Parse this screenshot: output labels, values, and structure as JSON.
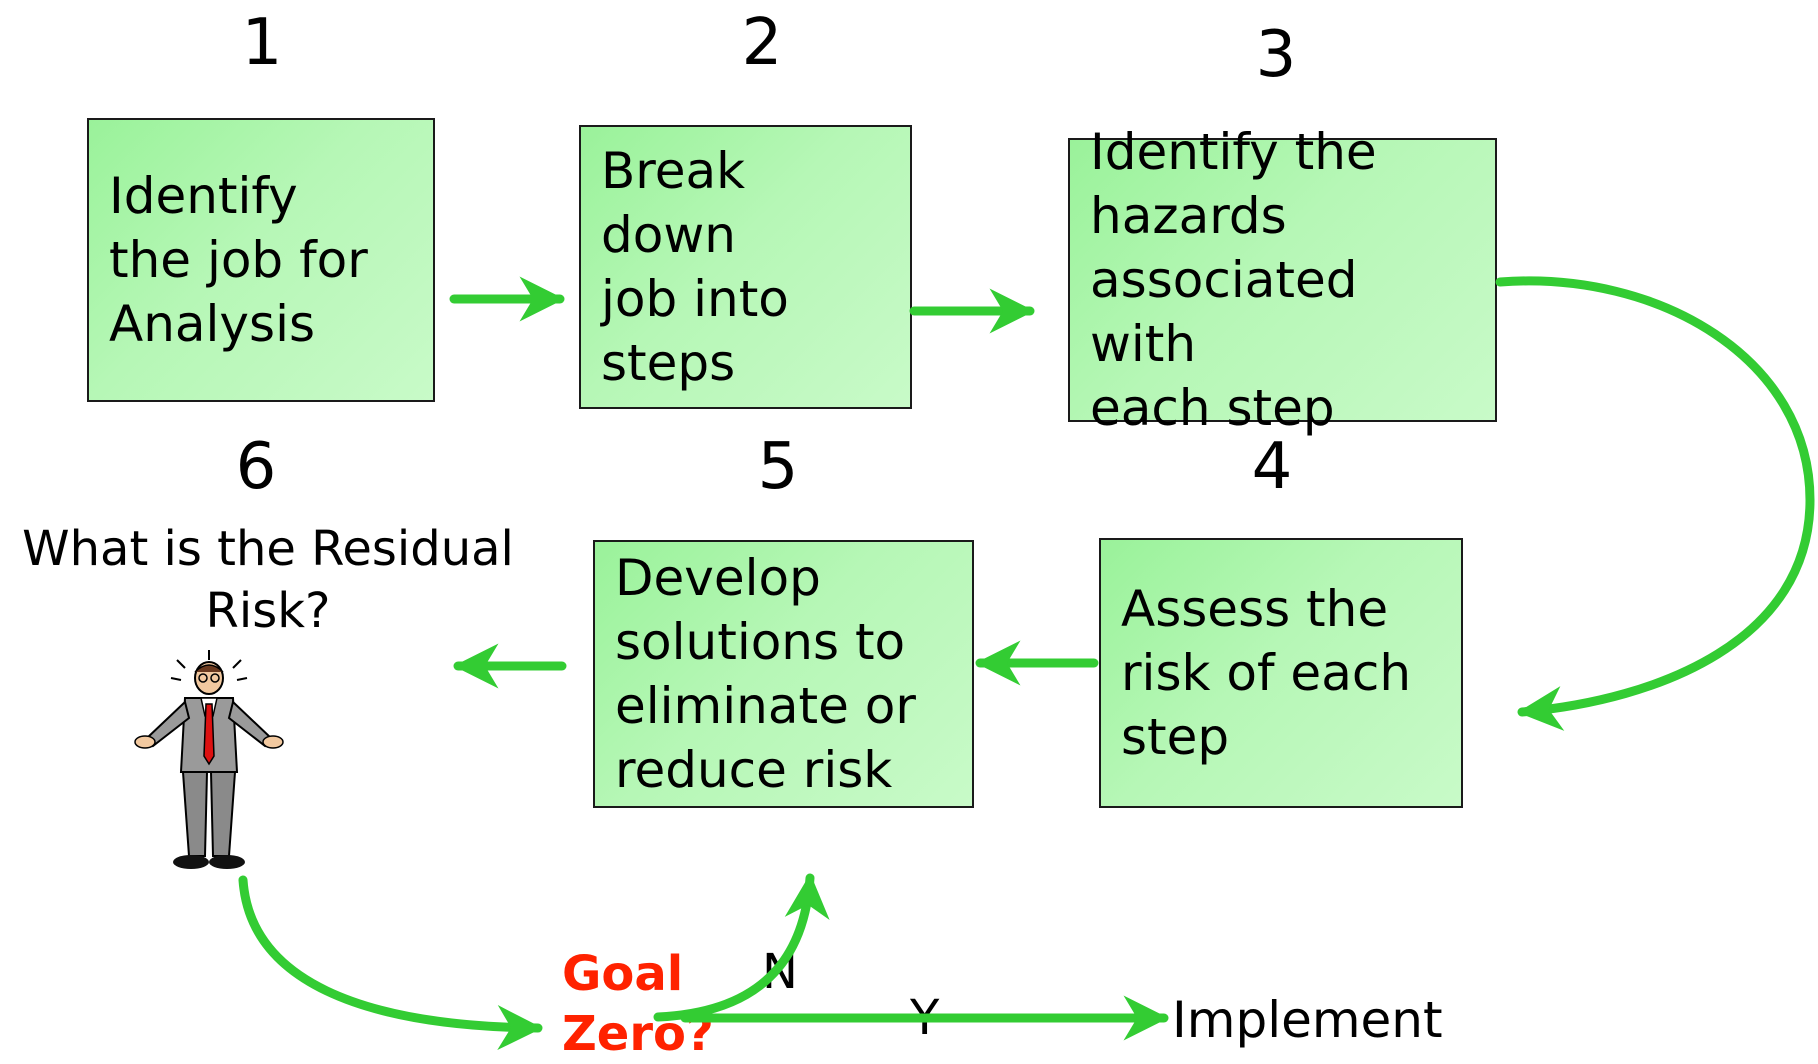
{
  "steps": [
    {
      "number": "1",
      "text": "Identify\nthe job for\nAnalysis"
    },
    {
      "number": "2",
      "text": "Break down\njob into\nsteps"
    },
    {
      "number": "3",
      "text": "Identify the\nhazards\nassociated with\neach step"
    },
    {
      "number": "4",
      "text": "Assess the\nrisk of each\nstep"
    },
    {
      "number": "5",
      "text": "Develop\nsolutions to\neliminate or\nreduce risk"
    },
    {
      "number": "6",
      "text": "What is the Residual\nRisk?"
    }
  ],
  "decision": {
    "label": "Goal\nZero?",
    "no_label": "N",
    "yes_label": "Y",
    "outcome": "Implement"
  },
  "colors": {
    "box_fill": "#b6f7b6",
    "arrow": "#33cc33",
    "decision_text": "#ff2200"
  },
  "icons": {
    "step6_figure": "shrugging-man-icon"
  }
}
